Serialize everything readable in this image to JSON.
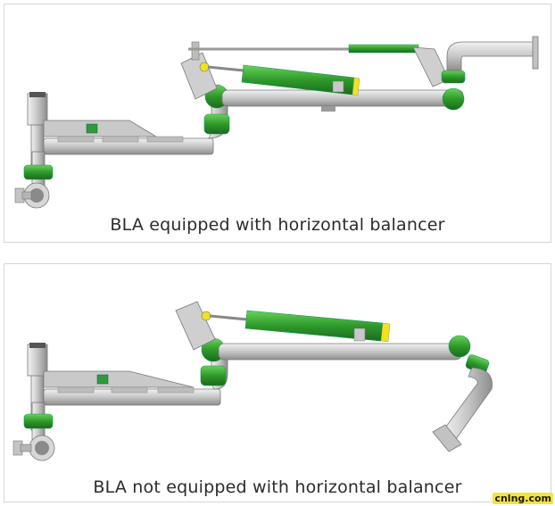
{
  "figures": [
    {
      "caption": "BLA equipped with horizontal balancer"
    },
    {
      "caption": "BLA not equipped with horizontal balancer"
    }
  ],
  "watermark": "cnlng.com",
  "colors": {
    "pipe": "#c9c9c9",
    "pipe_edge": "#7a7a7a",
    "swivel": "#2f9a3a",
    "cylinder": "#35a632",
    "cylinder_cap": "#f2e21c",
    "plate": "#b8b8b8"
  }
}
